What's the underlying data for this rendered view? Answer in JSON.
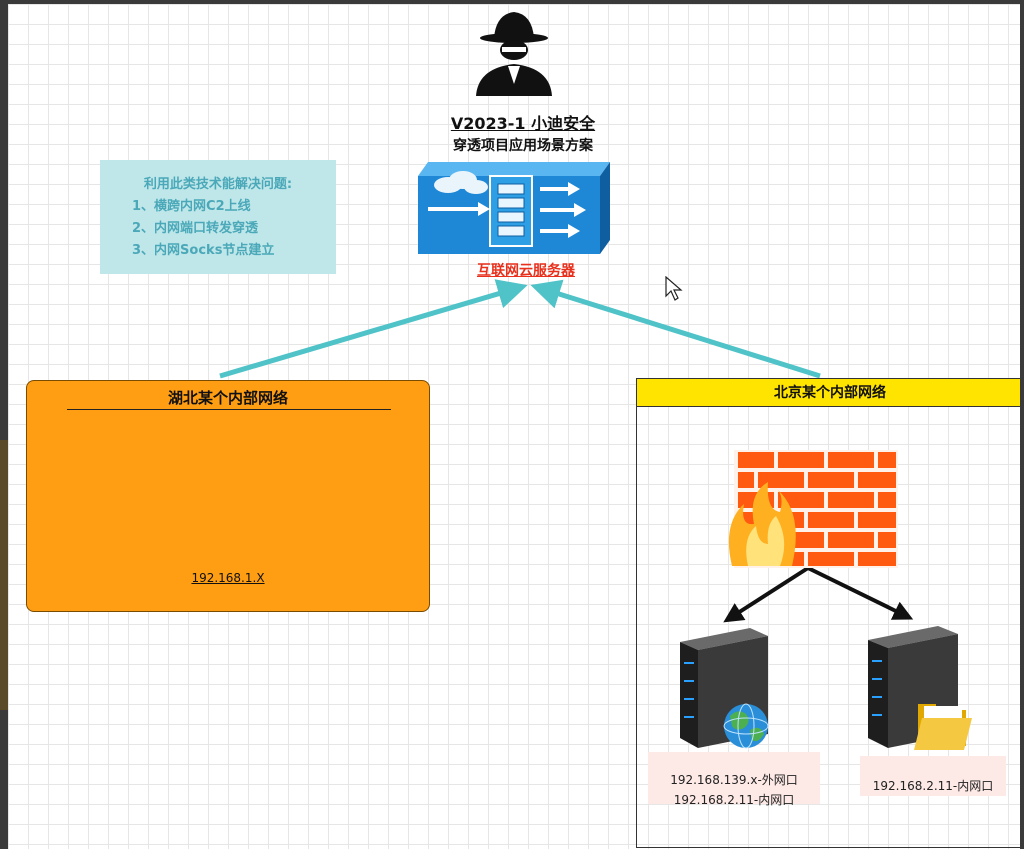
{
  "diagram": {
    "title_line1": "V2023-1 小迪安全",
    "title_line2": "穿透项目应用场景方案",
    "info_box": {
      "heading": "利用此类技术能解决问题:",
      "items": [
        "1、横跨内网C2上线",
        "2、内网端口转发穿透",
        "3、内网Socks节点建立"
      ]
    },
    "cloud_server_label": "互联网云服务器",
    "hubei_network": {
      "title": "湖北某个内部网络",
      "ip": "192.168.1.X"
    },
    "beijing_network": {
      "title": "北京某个内部网络",
      "server1_lines": [
        "192.168.139.x-外网口",
        "192.168.2.11-内网口"
      ],
      "server2_lines": [
        "192.168.2.11-内网口"
      ]
    },
    "icons": [
      "hacker-icon",
      "cloud-server-icon",
      "laptop-icon",
      "firewall-icon",
      "server-icon",
      "globe-icon",
      "folder-icon",
      "cursor-icon"
    ],
    "colors": {
      "arrow": "#4fc3c8",
      "hubei_bg": "#ff9e12",
      "beijing_header": "#ffe400",
      "server_label": "#e8301c",
      "info_bg": "#bfe7ea"
    }
  }
}
